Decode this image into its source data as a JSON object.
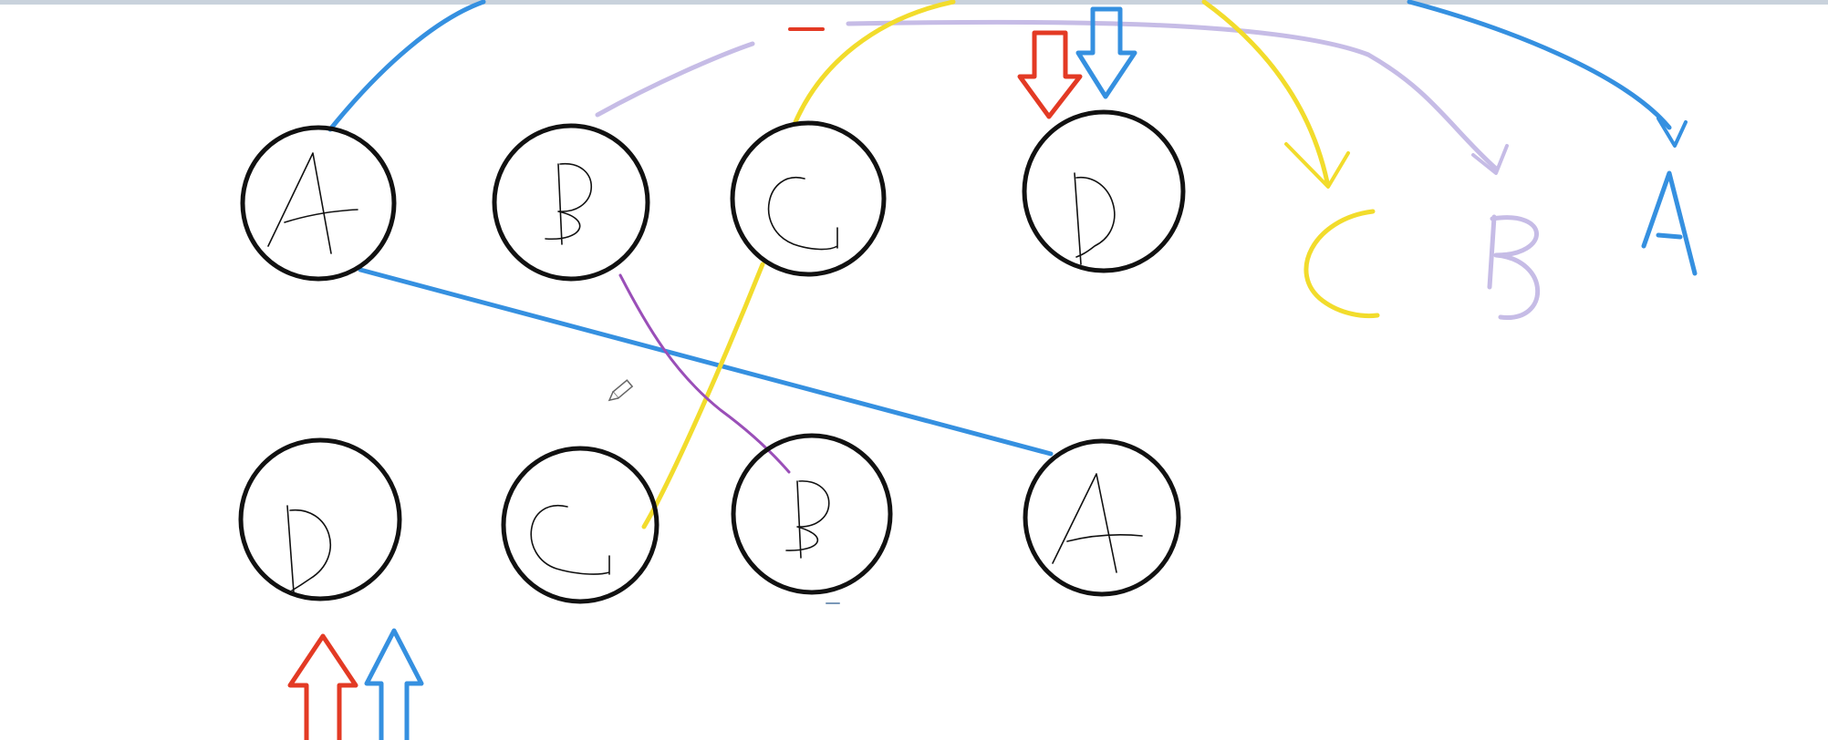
{
  "diagram": {
    "top_row_nodes": [
      {
        "label": "A"
      },
      {
        "label": "B"
      },
      {
        "label": "C"
      },
      {
        "label": "D"
      }
    ],
    "bottom_row_nodes": [
      {
        "label": "D"
      },
      {
        "label": "C"
      },
      {
        "label": "B"
      },
      {
        "label": "A"
      }
    ],
    "right_labels": [
      {
        "label": "C",
        "color": "#f2dc2c"
      },
      {
        "label": "B",
        "color": "#c6bce6"
      },
      {
        "label": "A",
        "color": "#3590e0"
      }
    ],
    "colors": {
      "blue": "#3590e0",
      "yellow": "#f2dc2c",
      "lavender": "#c6bce6",
      "purple": "#9a4fb8",
      "red": "#e33a24",
      "black": "#111111"
    }
  }
}
